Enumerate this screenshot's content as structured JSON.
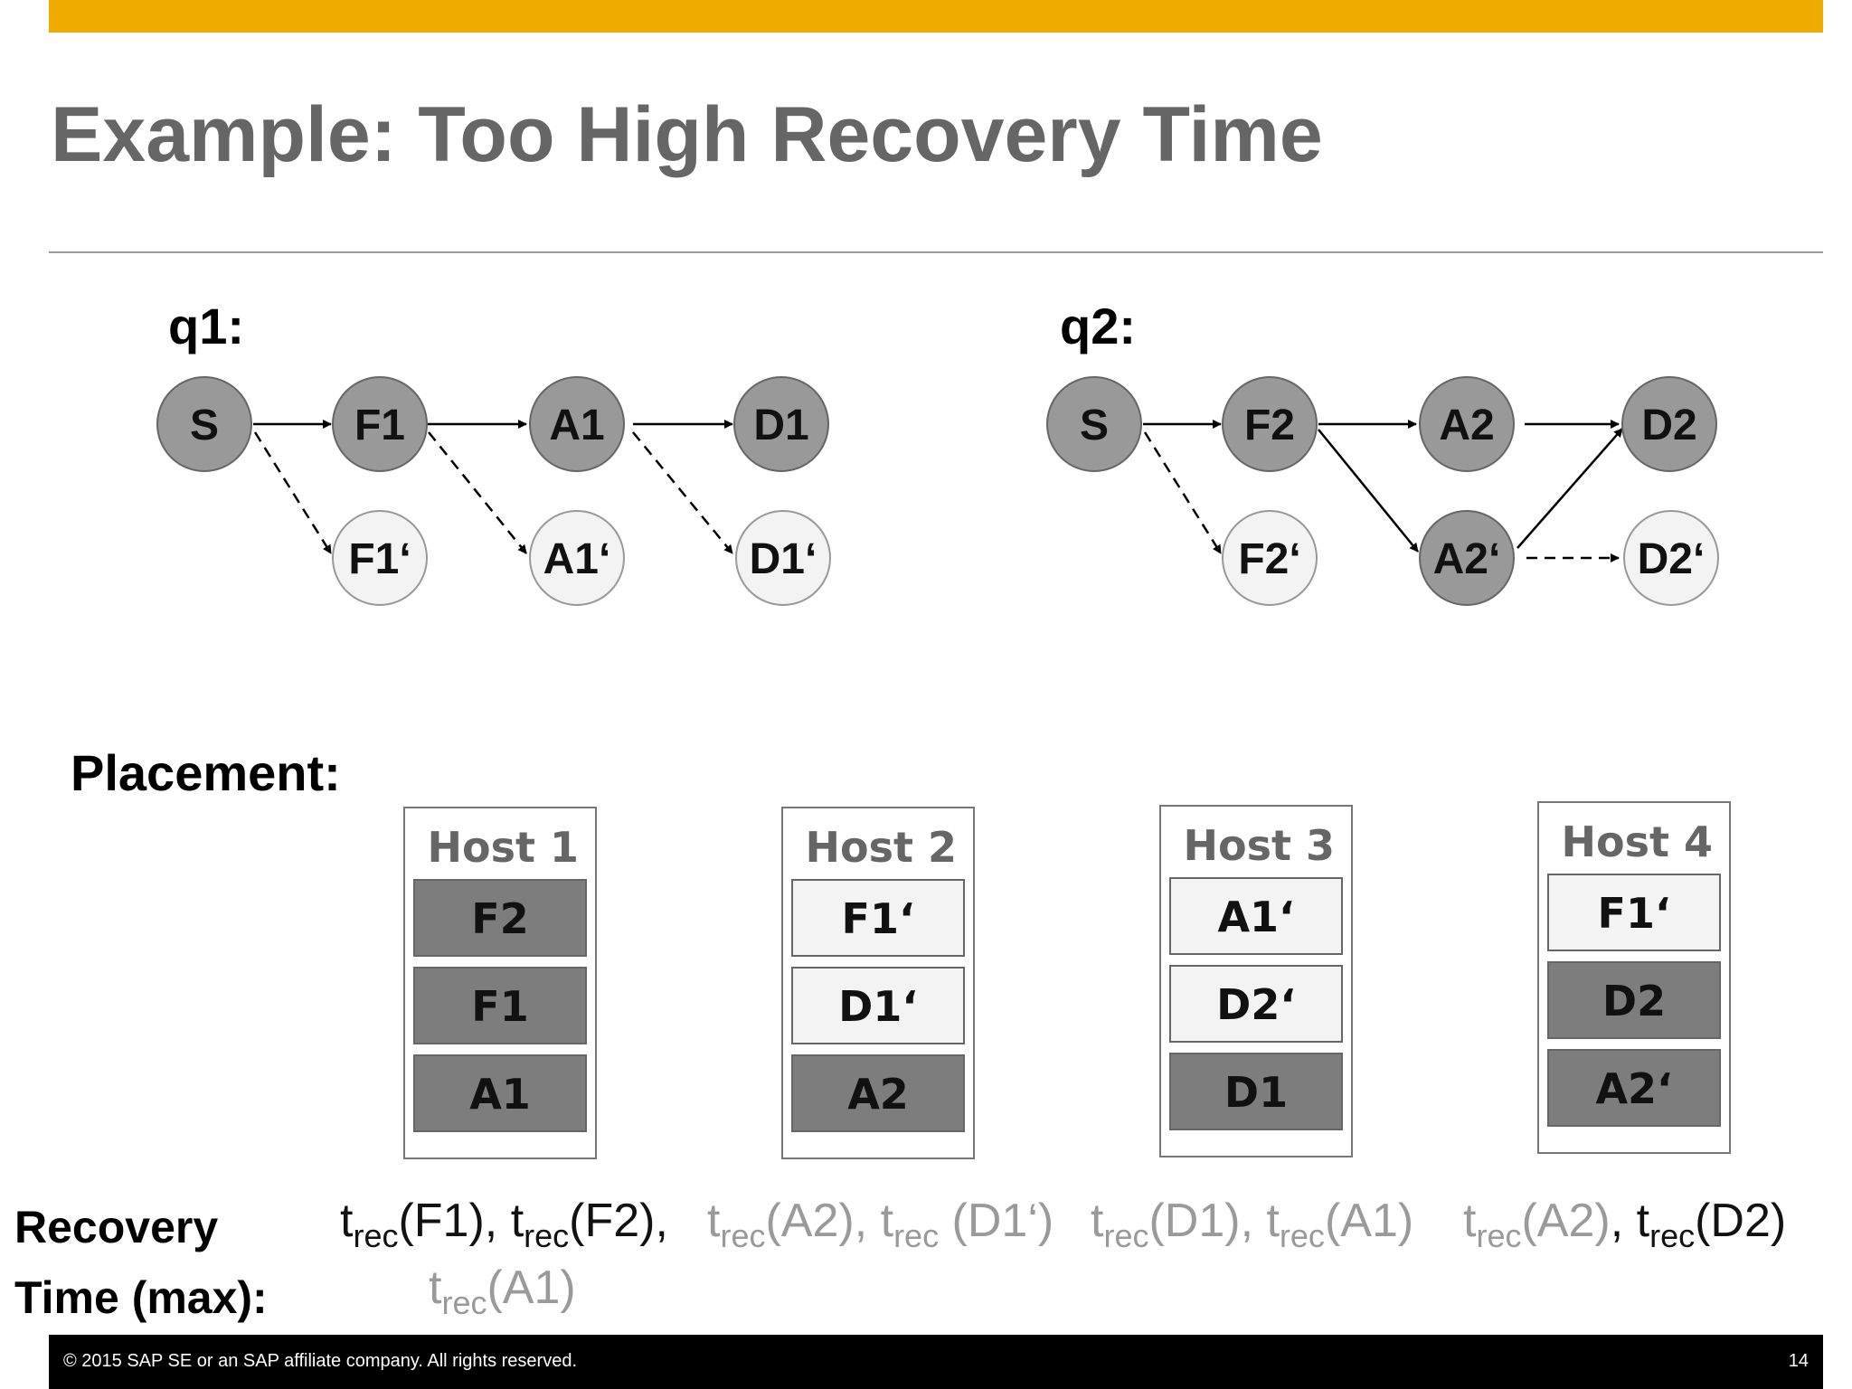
{
  "slide": {
    "title": "Example: Too High Recovery Time",
    "accent_color": "#f0ab00",
    "placement_label": "Placement:",
    "recovery_label_line1": "Recovery",
    "recovery_label_line2": "Time (max):"
  },
  "q1": {
    "label": "q1:",
    "nodes": [
      "S",
      "F1",
      "A1",
      "D1",
      "F1‘",
      "A1‘",
      "D1‘"
    ]
  },
  "q2": {
    "label": "q2:",
    "nodes": [
      "S",
      "F2",
      "A2",
      "D2",
      "F2‘",
      "A2‘",
      "D2‘"
    ]
  },
  "hosts": [
    {
      "title": "Host 1",
      "slots": [
        "F2",
        "F1",
        "A1"
      ]
    },
    {
      "title": "Host 2",
      "slots": [
        "F1‘",
        "D1‘",
        "A2"
      ]
    },
    {
      "title": "Host 3",
      "slots": [
        "A1‘",
        "D2‘",
        "D1"
      ]
    },
    {
      "title": "Host 4",
      "slots": [
        "F1‘",
        "D2",
        "A2‘"
      ]
    }
  ],
  "recovery": {
    "t": "t",
    "sub": "rec",
    "host1": {
      "a": "(F1), ",
      "b": "(F2),",
      "c": "(A1)"
    },
    "host2": {
      "a": "(A2), ",
      "b": " (D1‘)"
    },
    "host3": {
      "a": "(D1), ",
      "b": "(A1)"
    },
    "host4": {
      "a": "(A2)",
      "sep": ", ",
      "b": "(D2)"
    }
  },
  "footer": {
    "copyright": "© 2015 SAP SE or an SAP affiliate company. All rights reserved.",
    "page": "14"
  },
  "colors": {
    "title": "#666666",
    "node_dark": "#999999",
    "node_light": "#f3f3f3",
    "slot_dark": "#7d7d7d",
    "text_gray": "#9a9a9a"
  }
}
